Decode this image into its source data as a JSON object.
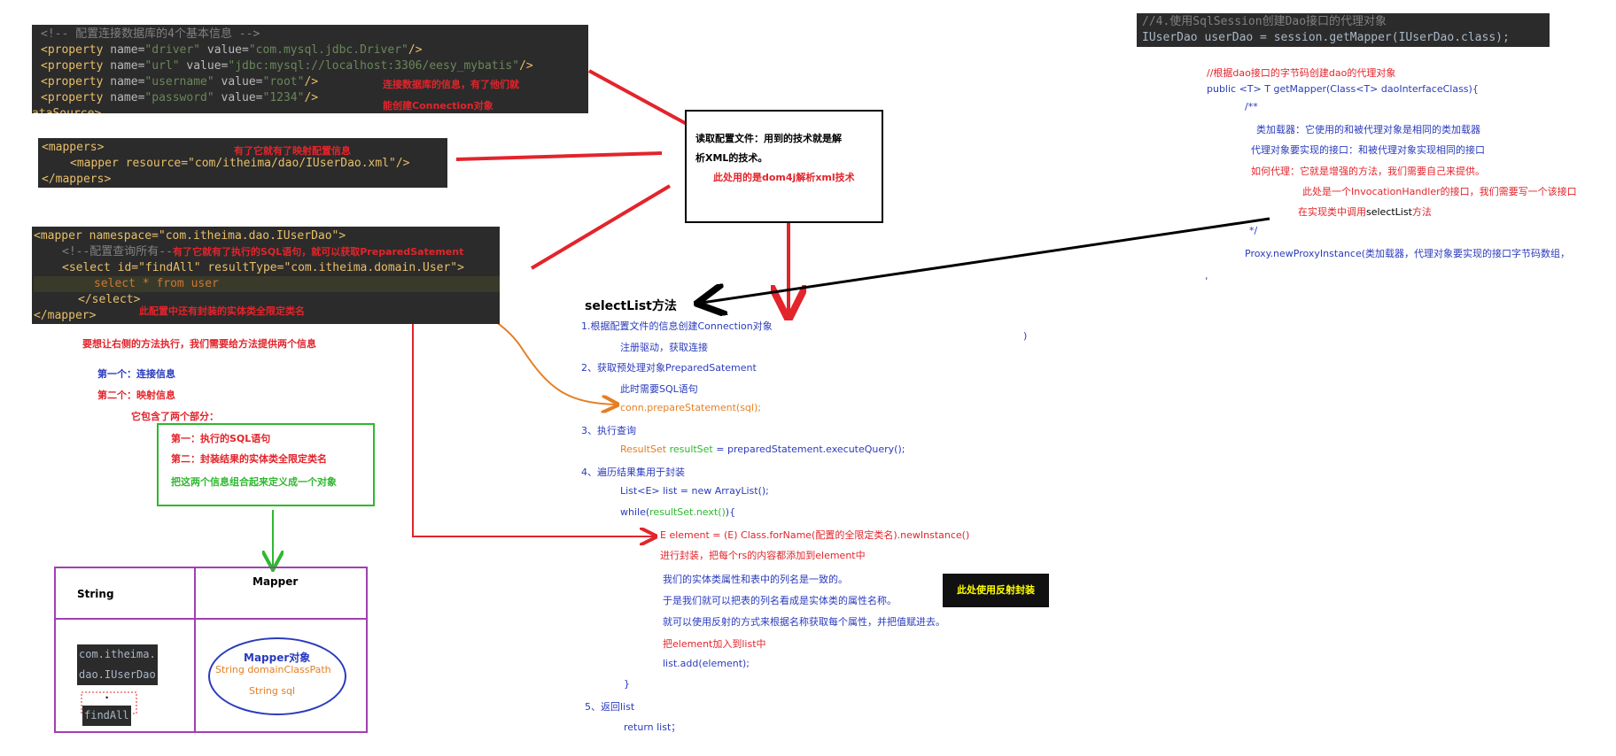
{
  "config_block": {
    "comment": "<!-- 配置连接数据库的4个基本信息 -->",
    "lines": [
      {
        "name": "driver",
        "value": "com.mysql.jdbc.Driver"
      },
      {
        "name": "url",
        "value": "jdbc:mysql://localhost:3306/eesy_mybatis"
      },
      {
        "name": "username",
        "value": "root"
      },
      {
        "name": "password",
        "value": "1234"
      }
    ],
    "cut_text": "ataSource>",
    "note_line1": "连接数据库的信息，有了他们就",
    "note_line2": "能创建Connection对象"
  },
  "mappers_block": {
    "open": "<mappers>",
    "mapper_line": "<mapper resource=\"com/itheima/dao/IUserDao.xml\"/>",
    "close": "</mappers>",
    "note": "有了它就有了映射配置信息"
  },
  "mapper_block": {
    "line1": "<mapper namespace=\"com.itheima.dao.IUserDao\">",
    "line2_comment": "<!--配置查询所有--",
    "line2_note": "有了它就有了执行的SQL语句，就可以获取PreparedSatement",
    "line3": "<select id=\"findAll\" resultType=\"com.itheima.domain.User\">",
    "line4": "select * from user",
    "line5": "</select>",
    "line6": "</mapper>",
    "note": "此配置中还有封装的实体类全限定类名"
  },
  "center_box": {
    "line1": "读取配置文件：用到的技术就是解",
    "line2": "析XML的技术。",
    "line3": "此处用的是dom4j解析xml技术"
  },
  "top_right_code": {
    "comment": "//4.使用SqlSession创建Dao接口的代理对象",
    "line": "IUserDao userDao = session.getMapper(IUserDao.class);"
  },
  "proxy_notes": {
    "l1": "//根据dao接口的字节码创建dao的代理对象",
    "l2": "public <T> T getMapper(Class<T> daoInterfaceClass){",
    "l3": "/**",
    "l4": "类加载器：它使用的和被代理对象是相同的类加载器",
    "l5": "代理对象要实现的接口：和被代理对象实现相同的接口",
    "l6": "如何代理：它就是增强的方法，我们需要自己来提供。",
    "l7": "此处是一个InvocationHandler的接口，我们需要写一个该接口",
    "l8a": "在实现类中调用",
    "l8b": "selectList",
    "l8c": "方法",
    "l9": "*/",
    "l10": "Proxy.newProxyInstance(类加载器，代理对象要实现的接口字节码数组，",
    "l11": ",",
    "l12": ")"
  },
  "left_notes": {
    "intro": "要想让右侧的方法执行，我们需要给方法提供两个信息",
    "first": "第一个：连接信息",
    "second": "第二个：映射信息",
    "two_parts": "它包含了两个部分：",
    "part1": "第一：执行的SQL语句",
    "part2": "第二：封装结果的实体类全限定类名",
    "combine": "把这两个信息组合起来定义成一个对象"
  },
  "map_table": {
    "col1": "String",
    "col2": "Mapper",
    "key1": "com.itheima.",
    "key2": "dao.IUserDao",
    "key3": ".",
    "key4": "findAll",
    "obj_title": "Mapper对象",
    "obj_f1": "String domainClassPath",
    "obj_f2": "String sql"
  },
  "select_list": {
    "title": "selectList方法",
    "s1": "1.根据配置文件的信息创建Connection对象",
    "s1a": "注册驱动，获取连接",
    "s2": "2、获取预处理对象PreparedSatement",
    "s2a": "此时需要SQL语句",
    "s2b": "conn.prepareStatement(sql);",
    "s3": "3、执行查询",
    "s3a_type": "ResultSet",
    "s3a_var": "resultSet",
    "s3a_rest": "= preparedStatement.executeQuery();",
    "s4": "4、遍历结果集用于封装",
    "s4a": "List<E> list = new ArrayList();",
    "s4b_pre": "while(",
    "s4b_var": "resultSet.next()",
    "s4b_post": "){",
    "s4c": "E element =   (E) Class.forName(配置的全限定类名).newInstance()",
    "s4d": "进行封装，把每个rs的内容都添加到element中",
    "s4e": "我们的实体类属性和表中的列名是一致的。",
    "s4f": "于是我们就可以把表的列名看成是实体类的属性名称。",
    "s4g": "就可以使用反射的方式来根据名称获取每个属性，并把值赋进去。",
    "s4h": "把element加入到list中",
    "s4i": "list.add(element);",
    "s4j": "}",
    "s5": "5、返回list",
    "s5a": "return list；",
    "reflect_badge": "此处使用反射封装"
  },
  "colors": {
    "code_bg": "#2b2b2b",
    "red": "#e3242b",
    "blue": "#2a3bbd",
    "orange": "#e67e22",
    "green": "#2eb82e",
    "purple": "#a040b0",
    "badge_bg": "#111111",
    "badge_fg": "#ffff00"
  }
}
